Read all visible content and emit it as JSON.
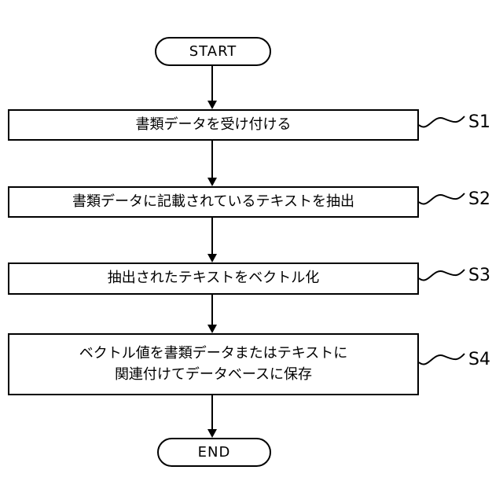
{
  "flowchart": {
    "title": "document-vectorization-flow",
    "start_label": "START",
    "end_label": "END",
    "steps": [
      {
        "text": "書類データを受け付ける",
        "label": "S1"
      },
      {
        "text": "書類データに記載されているテキストを抽出",
        "label": "S2"
      },
      {
        "text": "抽出されたテキストをベクトル化",
        "label": "S3"
      },
      {
        "text": "ベクトル値を書類データまたはテキストに\n関連付けてデータベースに保存",
        "label": "S4"
      }
    ],
    "colors": {
      "line": "#000000",
      "background": "#ffffff"
    }
  }
}
